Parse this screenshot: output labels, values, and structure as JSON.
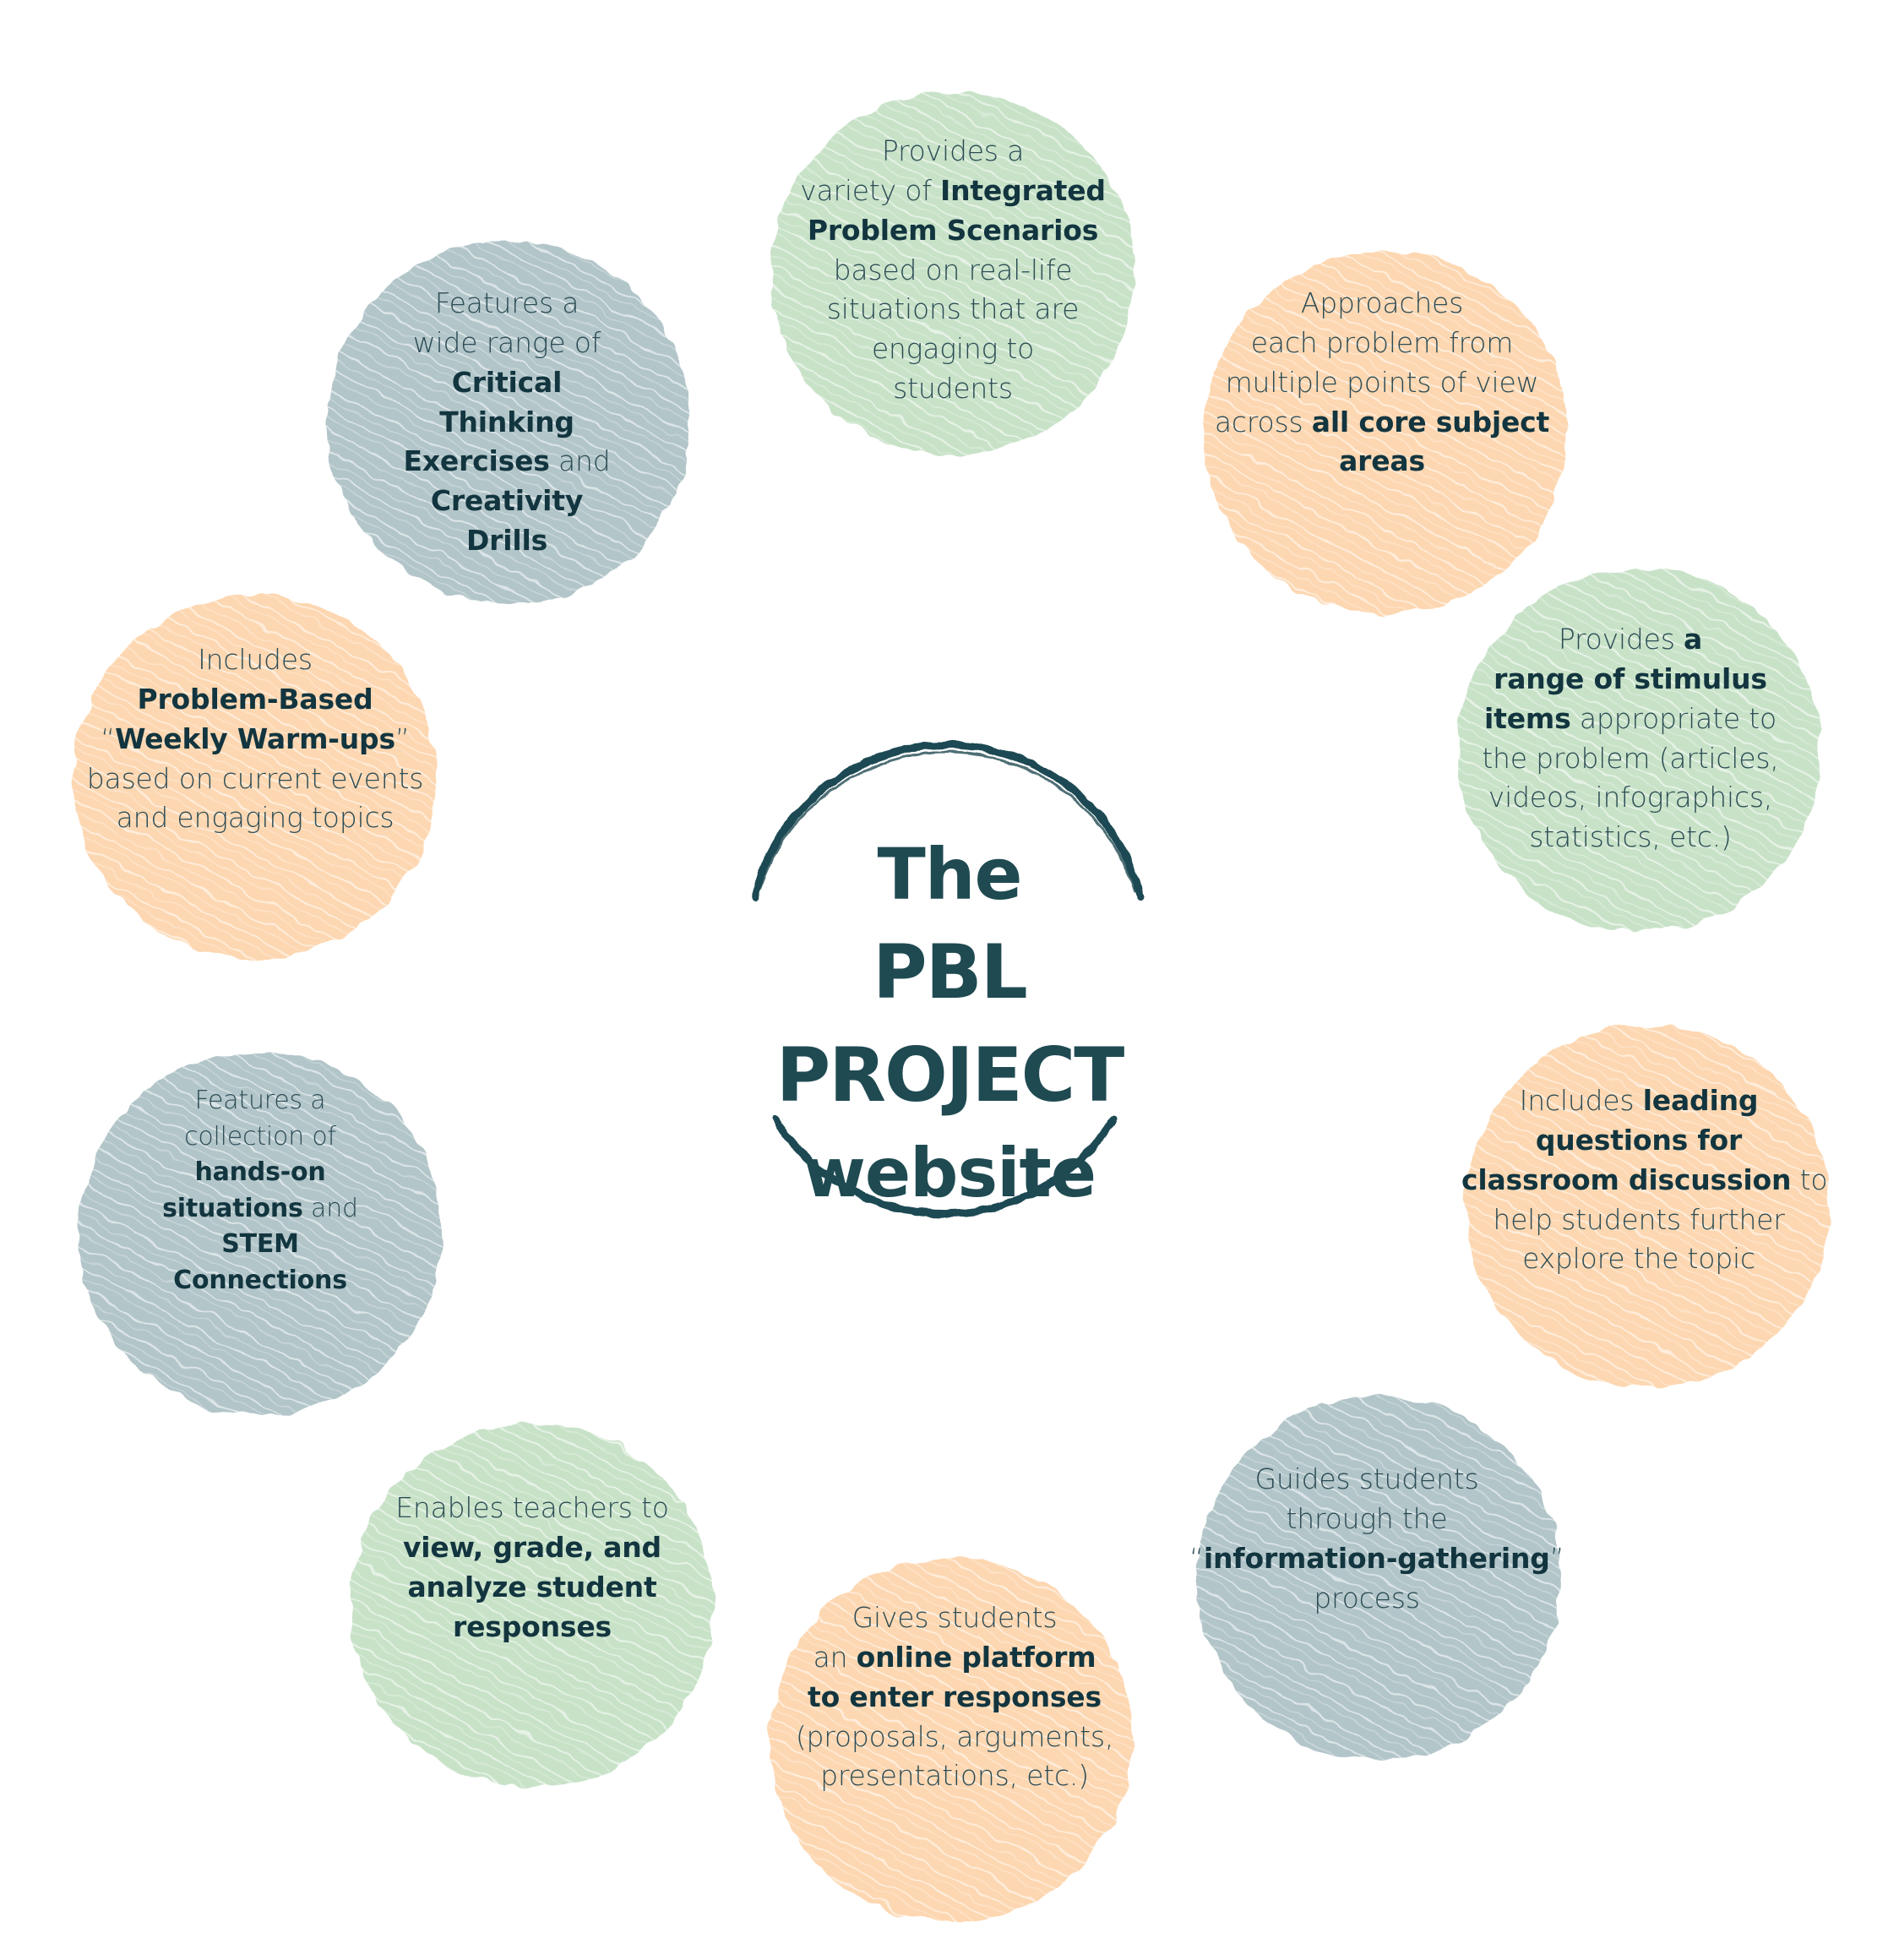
{
  "colors": {
    "green": "#c8e2c8",
    "peach": "#fdd7b1",
    "slate": "#b2c5c9",
    "ring": "#1f4a52",
    "text": "#2c4c55",
    "text_bold": "#12353f"
  },
  "center": {
    "title_line1": "The",
    "title_line2": "PBL PROJECT",
    "title_line3": "website"
  },
  "nodes": [
    {
      "id": "integrated-problem-scenarios",
      "color": "green",
      "lines": [
        [
          {
            "t": "Provides a",
            "b": false
          }
        ],
        [
          {
            "t": "variety of ",
            "b": false
          },
          {
            "t": "Integrated",
            "b": true
          }
        ],
        [
          {
            "t": "Problem Scenarios",
            "b": true
          }
        ],
        [
          {
            "t": "based on real-life",
            "b": false
          }
        ],
        [
          {
            "t": "situations that are",
            "b": false
          }
        ],
        [
          {
            "t": "engaging to",
            "b": false
          }
        ],
        [
          {
            "t": "students",
            "b": false
          }
        ]
      ]
    },
    {
      "id": "core-subject-areas",
      "color": "peach",
      "lines": [
        [
          {
            "t": "Approaches",
            "b": false
          }
        ],
        [
          {
            "t": "each problem from",
            "b": false
          }
        ],
        [
          {
            "t": "multiple points of view",
            "b": false
          }
        ],
        [
          {
            "t": "across ",
            "b": false
          },
          {
            "t": "all core subject",
            "b": true
          }
        ],
        [
          {
            "t": "areas",
            "b": true
          }
        ]
      ]
    },
    {
      "id": "stimulus-items",
      "color": "green",
      "lines": [
        [
          {
            "t": "Provides ",
            "b": false
          },
          {
            "t": "a",
            "b": true
          }
        ],
        [
          {
            "t": "range of stimulus",
            "b": true
          }
        ],
        [
          {
            "t": "items",
            "b": true
          },
          {
            "t": " appropriate to",
            "b": false
          }
        ],
        [
          {
            "t": "the problem (articles,",
            "b": false
          }
        ],
        [
          {
            "t": "videos, infographics,",
            "b": false
          }
        ],
        [
          {
            "t": "statistics, etc.)",
            "b": false
          }
        ]
      ]
    },
    {
      "id": "leading-questions",
      "color": "peach",
      "lines": [
        [
          {
            "t": "Includes ",
            "b": false
          },
          {
            "t": "leading",
            "b": true
          }
        ],
        [
          {
            "t": "questions for",
            "b": true
          }
        ],
        [
          {
            "t": "classroom discussion",
            "b": true
          },
          {
            "t": " to",
            "b": false
          }
        ],
        [
          {
            "t": "help students further",
            "b": false
          }
        ],
        [
          {
            "t": "explore the topic",
            "b": false
          }
        ]
      ]
    },
    {
      "id": "information-gathering",
      "color": "slate",
      "lines": [
        [
          {
            "t": "Guides students",
            "b": false
          }
        ],
        [
          {
            "t": "through the",
            "b": false
          }
        ],
        [
          {
            "t": "“",
            "b": false
          },
          {
            "t": "information-gathering",
            "b": true
          },
          {
            "t": "”",
            "b": false
          }
        ],
        [
          {
            "t": "process",
            "b": false
          }
        ]
      ]
    },
    {
      "id": "online-platform",
      "color": "peach",
      "lines": [
        [
          {
            "t": "Gives students",
            "b": false
          }
        ],
        [
          {
            "t": "an ",
            "b": false
          },
          {
            "t": "online platform",
            "b": true
          }
        ],
        [
          {
            "t": "to enter responses",
            "b": true
          }
        ],
        [
          {
            "t": "(proposals, arguments,",
            "b": false
          }
        ],
        [
          {
            "t": "presentations, etc.)",
            "b": false
          }
        ]
      ]
    },
    {
      "id": "teacher-grading",
      "color": "green",
      "lines": [
        [
          {
            "t": "Enables teachers to",
            "b": false
          }
        ],
        [
          {
            "t": "view, grade, and",
            "b": true
          }
        ],
        [
          {
            "t": "analyze student",
            "b": true
          }
        ],
        [
          {
            "t": "responses",
            "b": true
          }
        ]
      ]
    },
    {
      "id": "stem-connections",
      "color": "slate",
      "lines": [
        [
          {
            "t": "Features a",
            "b": false
          }
        ],
        [
          {
            "t": "collection of",
            "b": false
          }
        ],
        [
          {
            "t": "hands-on",
            "b": true
          }
        ],
        [
          {
            "t": "situations",
            "b": true
          },
          {
            "t": " and",
            "b": false
          }
        ],
        [
          {
            "t": "STEM",
            "b": true
          }
        ],
        [
          {
            "t": "Connections",
            "b": true
          }
        ]
      ]
    },
    {
      "id": "weekly-warm-ups",
      "color": "peach",
      "lines": [
        [
          {
            "t": "Includes",
            "b": false
          }
        ],
        [
          {
            "t": "Problem-Based",
            "b": true
          }
        ],
        [
          {
            "t": "“",
            "b": false
          },
          {
            "t": "Weekly Warm-ups",
            "b": true
          },
          {
            "t": "”",
            "b": false
          }
        ],
        [
          {
            "t": "based on current events",
            "b": false
          }
        ],
        [
          {
            "t": "and engaging topics",
            "b": false
          }
        ]
      ]
    },
    {
      "id": "critical-thinking",
      "color": "slate",
      "lines": [
        [
          {
            "t": "Features a",
            "b": false
          }
        ],
        [
          {
            "t": "wide range of",
            "b": false
          }
        ],
        [
          {
            "t": "Critical",
            "b": true
          }
        ],
        [
          {
            "t": "Thinking",
            "b": true
          }
        ],
        [
          {
            "t": "Exercises",
            "b": true
          },
          {
            "t": " and",
            "b": false
          }
        ],
        [
          {
            "t": "Creativity",
            "b": true
          }
        ],
        [
          {
            "t": "Drills",
            "b": true
          }
        ]
      ]
    }
  ]
}
